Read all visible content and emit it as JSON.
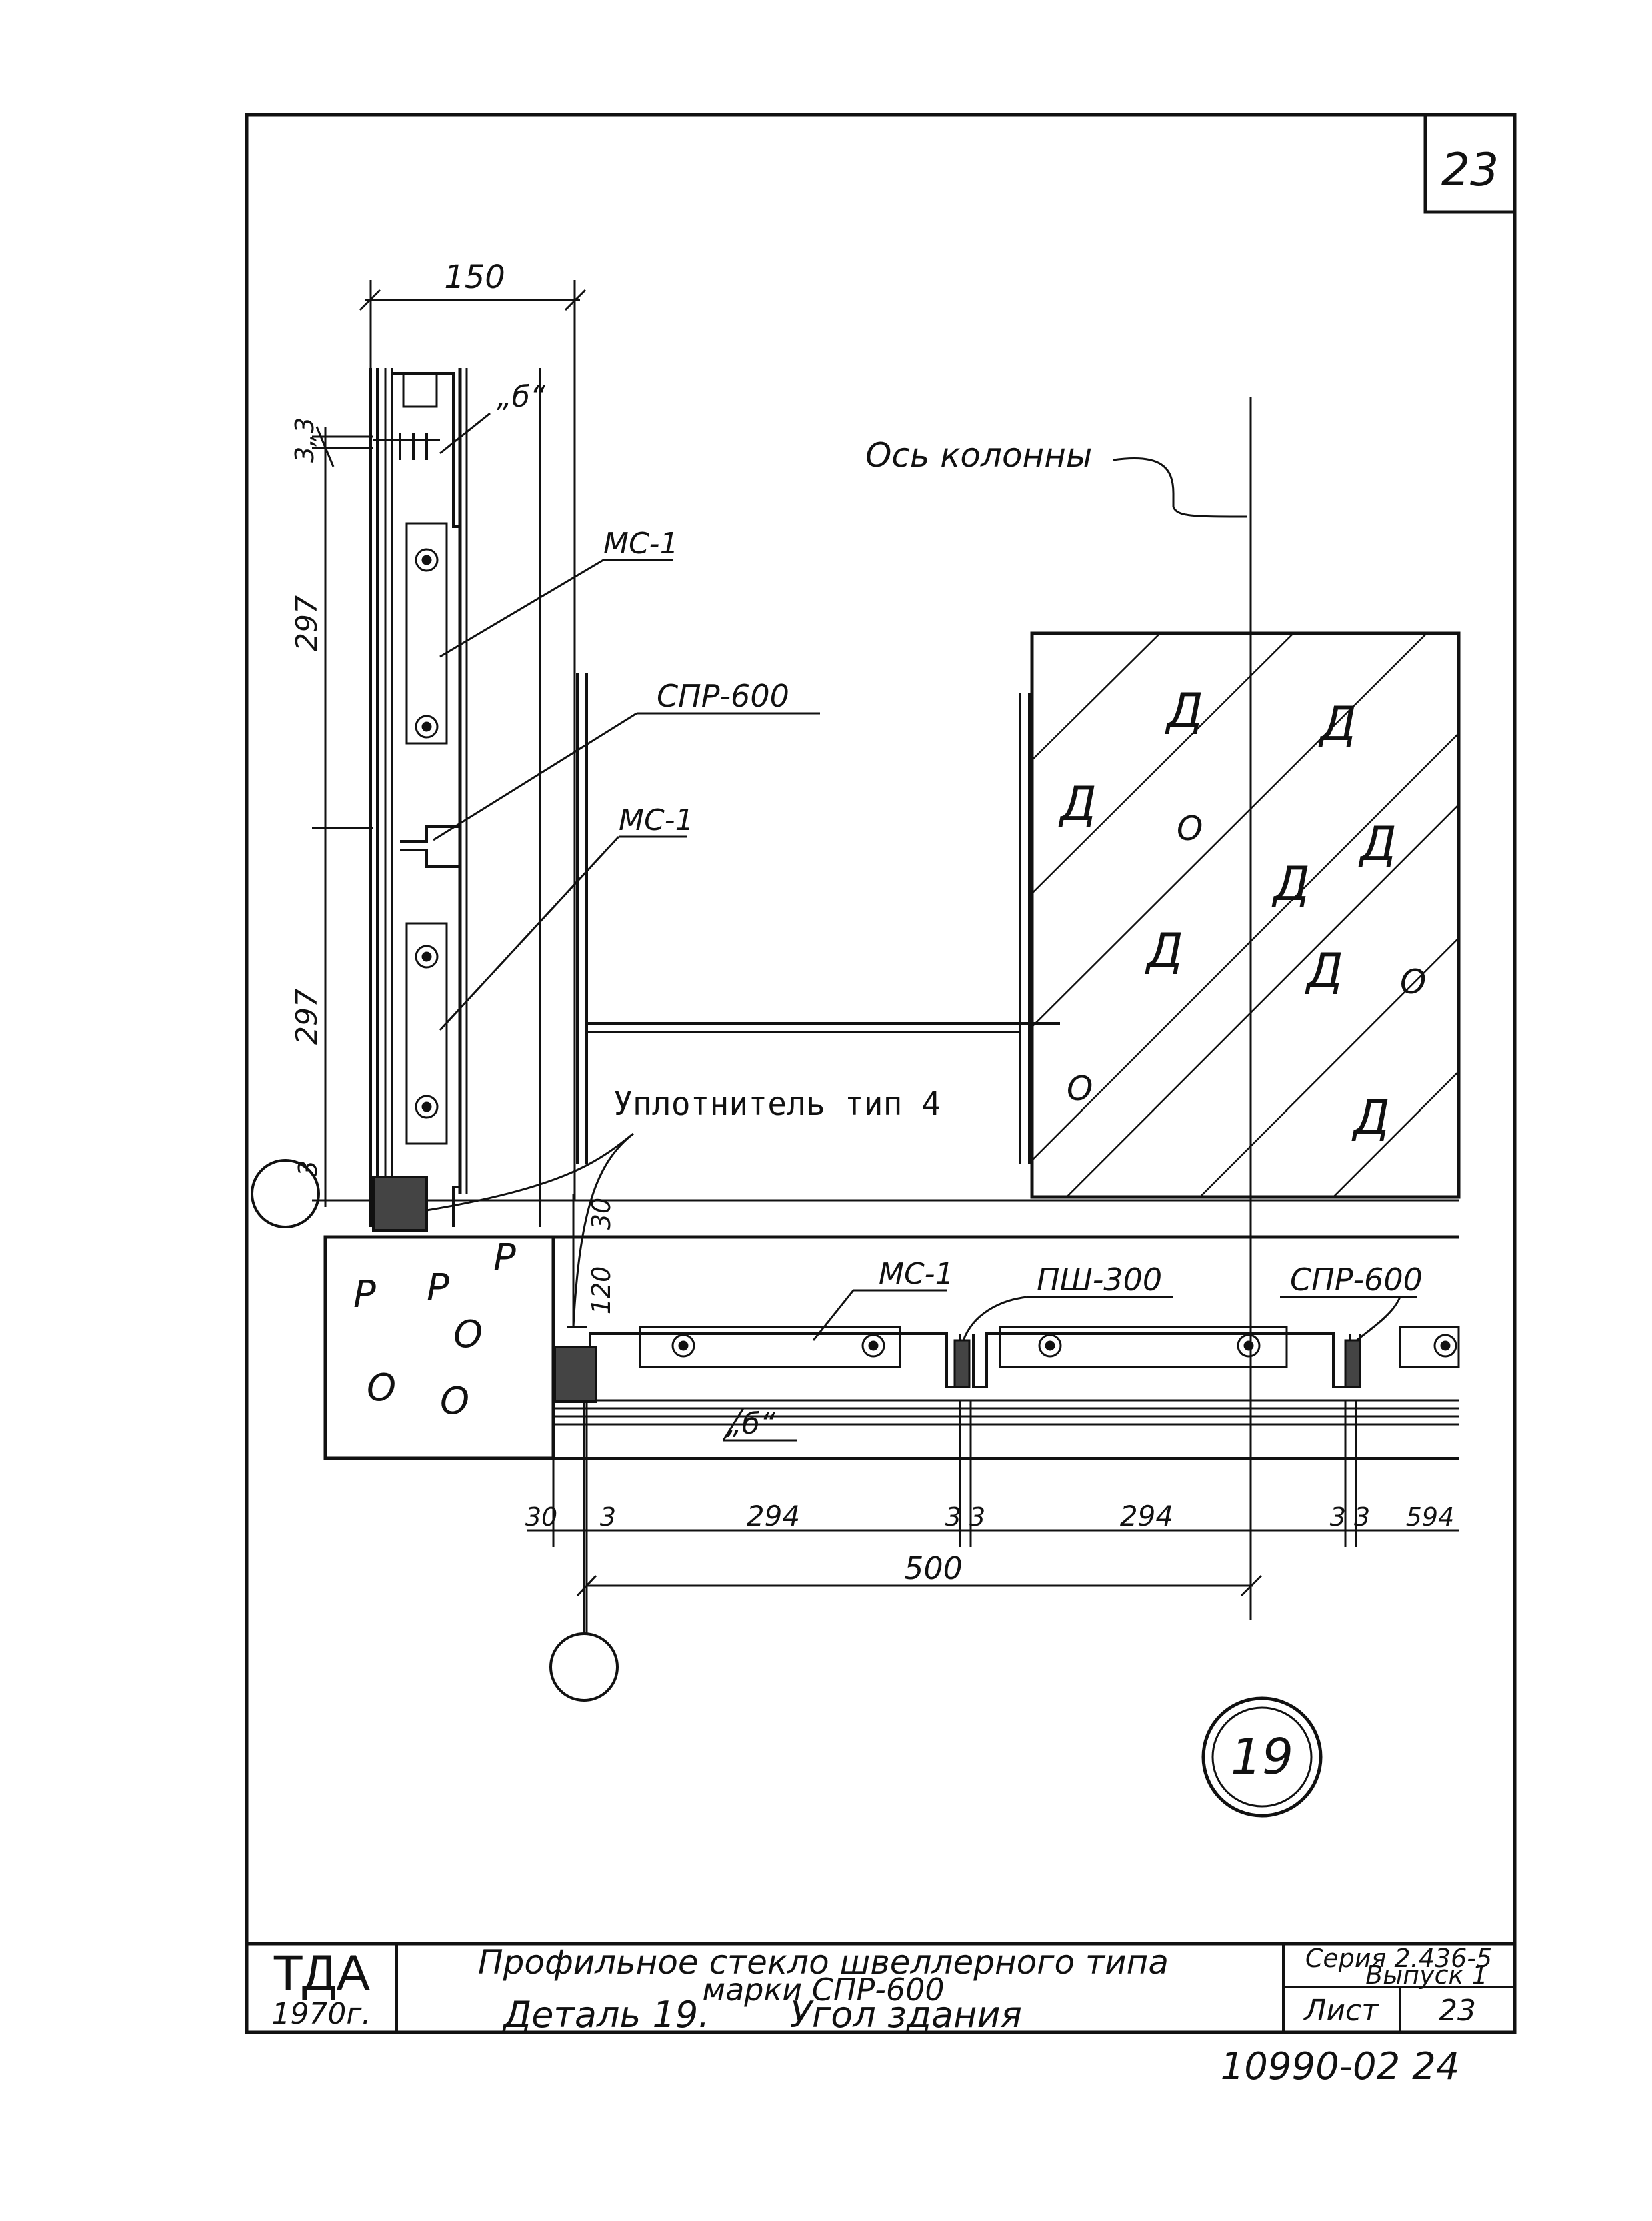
{
  "sheet": {
    "corner_number": "23",
    "bottom_code": "10990-02 24"
  },
  "labels": {
    "column_axis": "Ось колонны",
    "seal": "Уплотнитель тип 4",
    "ms1_a": "МС-1",
    "ms1_b": "МС-1",
    "ms1_c": "МС-1",
    "spr_left": "СПР-600",
    "spr_right": "СПР-600",
    "psh": "ПШ-300",
    "detail_b_top": "„б“",
    "detail_b_bottom": "„б“",
    "detail_circle": "19"
  },
  "dims": {
    "top_width": "150",
    "v_3_3": "3„3",
    "v_297_a": "297",
    "v_297_b": "297",
    "v_3": "3",
    "v_30": "30",
    "v_120": "120",
    "h_30": "30",
    "h_3_a": "3",
    "h_294_a": "294",
    "h_3_3": "3 3",
    "h_294_b": "294",
    "h_3_b": "3 3",
    "h_594": "594",
    "h_500": "500"
  },
  "title_block": {
    "org": "ТДА",
    "year": "1970г.",
    "title_line1": "Профильное стекло швеллерного типа",
    "title_line2": "марки СПР-600",
    "detail_line_a": "Деталь 19.",
    "detail_line_b": "Угол здания",
    "series_label": "Серия 2.436-5",
    "issue_label": "Выпуск 1",
    "sheet_label": "Лист",
    "sheet_number": "23"
  },
  "colors": {
    "ink": "#111111",
    "paper": "#ffffff"
  }
}
